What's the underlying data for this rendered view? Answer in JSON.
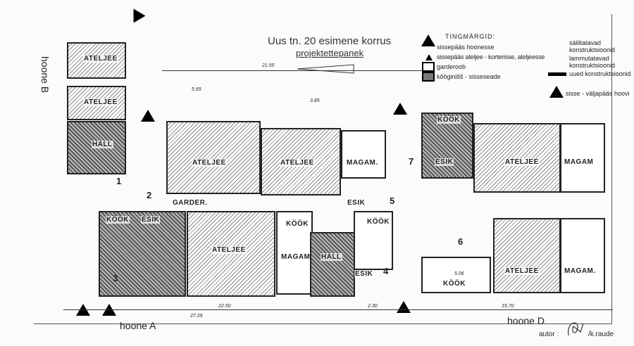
{
  "title": "Uus tn. 20 esimene korrus",
  "subtitle": "projektettepanek",
  "legend": {
    "heading": "TINGMÄRGID:",
    "items": [
      "sissepääs hoonesse",
      "sissepääs ateljee - korterisse, ateljeesse",
      "garderoob",
      "kööginišš - sisseseade"
    ],
    "right_items": [
      "säilitatavad konstruktsioonid",
      "lammutatavad konstruktsioonid",
      "uued konstruktsioonid",
      "sisse - väljapääs hoovi"
    ]
  },
  "buildings": {
    "a": "hoone A",
    "b": "hoone B",
    "d": "hoone D"
  },
  "author": {
    "label": "autor :",
    "name": "/k.raude"
  },
  "dimensions": [
    "21.55",
    "22.50",
    "27.29",
    "2.30",
    "15.70",
    "5.65",
    "3.85",
    "5.06"
  ],
  "rooms": [
    "ATELJEE",
    "ATELJEE",
    "HALL",
    "ATELJEE",
    "ATELJEE",
    "MAGAM.",
    "GARDER.",
    "KÖÖK",
    "ESIK",
    "ATELJEE",
    "KÖÖK",
    "MAGAM.",
    "HALL",
    "ESIK",
    "KÖÖK",
    "ESIK",
    "KÖÖK",
    "ESIK",
    "ATELJEE",
    "MAGAM",
    "ATELJEE",
    "MAGAM.",
    "KÖÖK"
  ],
  "entry_numbers": [
    "1",
    "2",
    "3",
    "4",
    "5",
    "6",
    "7"
  ]
}
